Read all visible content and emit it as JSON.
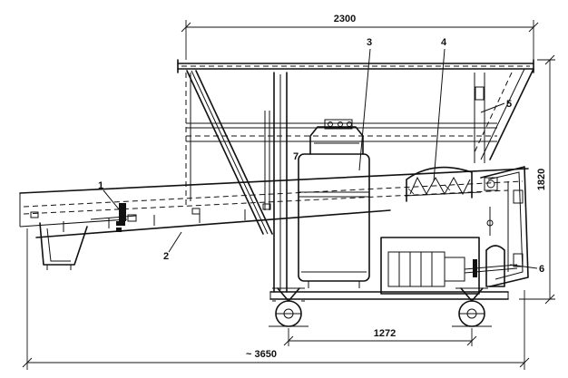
{
  "dimensions": {
    "top_width": "2300",
    "height_right": "1820",
    "wheelbase": "1272",
    "overall_length": "~ 3650"
  },
  "labels": [
    "1",
    "2",
    "3",
    "4",
    "5",
    "6",
    "7"
  ]
}
